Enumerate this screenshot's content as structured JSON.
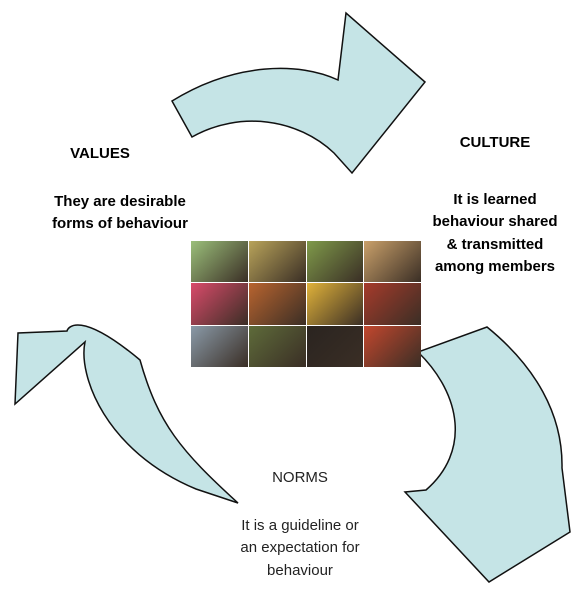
{
  "culture": {
    "title": "CULTURE",
    "lines": [
      "It is learned",
      "behaviour shared",
      "& transmitted",
      "among members"
    ]
  },
  "values": {
    "title": "VALUES",
    "lines": [
      "They are desirable",
      "forms of behaviour"
    ]
  },
  "norms": {
    "title": "NORMS",
    "lines": [
      "It is a guideline or",
      "an expectation for",
      "behaviour"
    ]
  },
  "colors": {
    "arrow_fill": "#c5e4e6",
    "arrow_stroke": "#111111"
  },
  "collage_tiles": [
    {
      "color": "#9bbf7a"
    },
    {
      "color": "#b8a35a"
    },
    {
      "color": "#7f9a4a"
    },
    {
      "color": "#c9a06a"
    },
    {
      "color": "#d94b6a"
    },
    {
      "color": "#b8642f"
    },
    {
      "color": "#e0b23a"
    },
    {
      "color": "#a63b2b"
    },
    {
      "color": "#8a9aa8"
    },
    {
      "color": "#5e6b3a"
    },
    {
      "color": "#2a2420"
    },
    {
      "color": "#c2472e"
    }
  ]
}
